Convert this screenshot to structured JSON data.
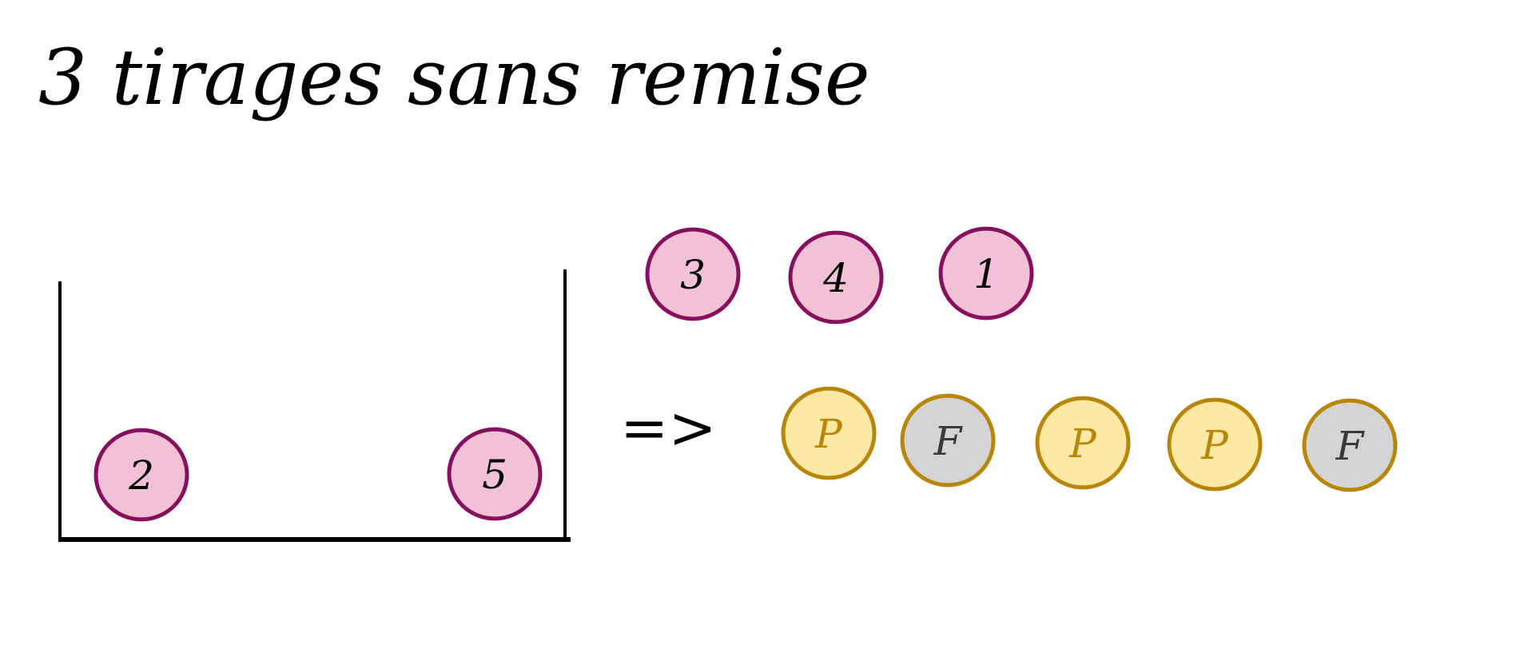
{
  "title": "3 tirages sans remise",
  "urn_balls": [
    {
      "label": "2"
    },
    {
      "label": "5"
    }
  ],
  "drawn_balls": [
    {
      "label": "3"
    },
    {
      "label": "4"
    },
    {
      "label": "1"
    }
  ],
  "arrow": "=>",
  "coins": [
    {
      "label": "P",
      "side": "pile"
    },
    {
      "label": "F",
      "side": "face"
    },
    {
      "label": "P",
      "side": "pile"
    },
    {
      "label": "P",
      "side": "pile"
    },
    {
      "label": "F",
      "side": "face"
    }
  ],
  "colors": {
    "ball_fill": "#f3c1d5",
    "ball_stroke": "#86105e",
    "coin_pile_fill": "#fde9a4",
    "coin_face_fill": "#d4d4d4",
    "coin_stroke": "#b8860b",
    "coin_pile_text": "#b8860b",
    "coin_face_text": "#3a3a3a",
    "ink": "#000000"
  }
}
